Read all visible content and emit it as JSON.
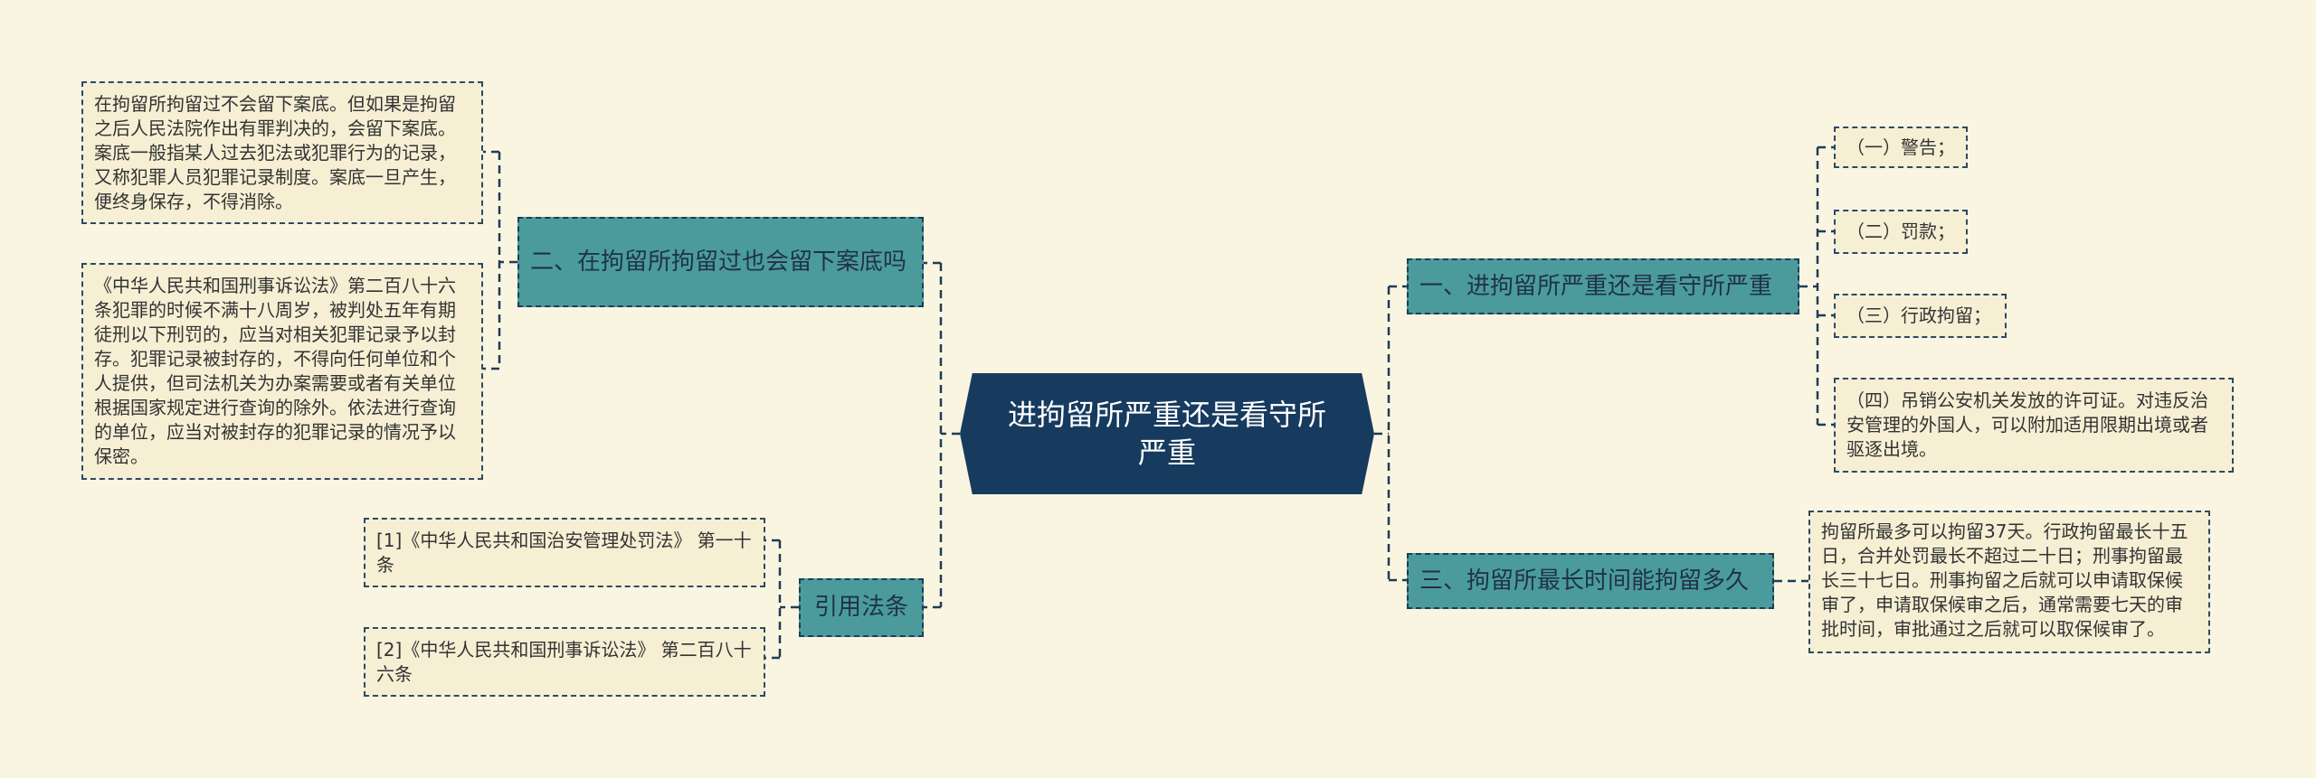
{
  "center": {
    "title": "进拘留所严重还是看守所严重"
  },
  "left_branches": [
    {
      "label": "二、在拘留所拘留过也会留下案底吗",
      "children": [
        "在拘留所拘留过不会留下案底。但如果是拘留之后人民法院作出有罪判决的，会留下案底。案底一般指某人过去犯法或犯罪行为的记录，又称犯罪人员犯罪记录制度。案底一旦产生，便终身保存，不得消除。",
        "《中华人民共和国刑事诉讼法》第二百八十六条犯罪的时候不满十八周岁，被判处五年有期徒刑以下刑罚的，应当对相关犯罪记录予以封存。犯罪记录被封存的，不得向任何单位和个人提供，但司法机关为办案需要或者有关单位根据国家规定进行查询的除外。依法进行查询的单位，应当对被封存的犯罪记录的情况予以保密。"
      ]
    },
    {
      "label": "引用法条",
      "children": [
        "[1]《中华人民共和国治安管理处罚法》 第一十条",
        "[2]《中华人民共和国刑事诉讼法》 第二百八十六条"
      ]
    }
  ],
  "right_branches": [
    {
      "label": "一、进拘留所严重还是看守所严重",
      "children": [
        "（一）警告；",
        "（二）罚款；",
        "（三）行政拘留；",
        "（四）吊销公安机关发放的许可证。对违反治安管理的外国人，可以附加适用限期出境或者驱逐出境。"
      ]
    },
    {
      "label": "三、拘留所最长时间能拘留多久",
      "children": [
        "拘留所最多可以拘留37天。行政拘留最长十五日，合并处罚最长不超过二十日；刑事拘留最长三十七日。刑事拘留之后就可以申请取保候审了，申请取保候审之后，通常需要七天的审批时间，审批通过之后就可以取保候审了。"
      ]
    }
  ],
  "colors": {
    "background": "#faf5e1",
    "center": "#173b5e",
    "topic": "#4b9b9c",
    "leaf": "#f6efd4"
  }
}
